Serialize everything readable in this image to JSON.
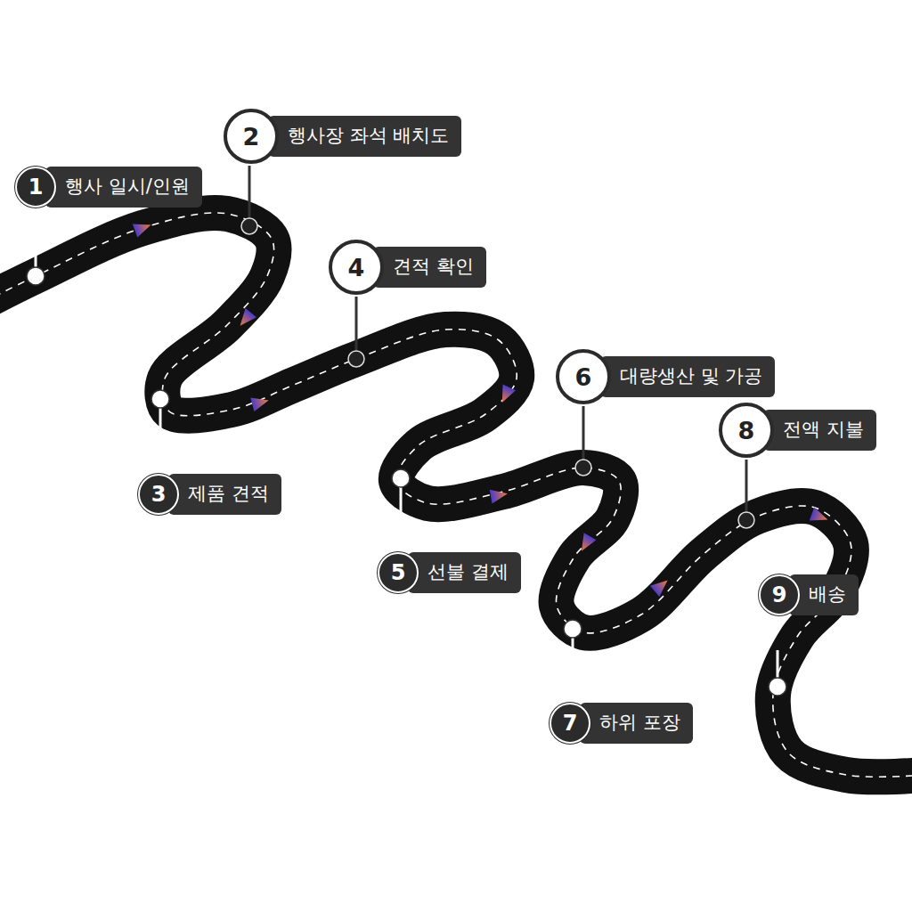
{
  "diagram": {
    "nodes": [
      {
        "text": [
          "1",
          "행사 일시/인원"
        ]
      },
      {
        "text": [
          "2",
          "행사장 좌석 배치도"
        ]
      },
      {
        "text": [
          "3",
          "제품 견적"
        ]
      },
      {
        "text": [
          "4",
          "견적 확인"
        ]
      },
      {
        "text": [
          "5",
          "선불 결제"
        ]
      },
      {
        "text": [
          "6",
          "대량생산 및 가공"
        ]
      },
      {
        "text": [
          "7",
          "하위 포장"
        ]
      },
      {
        "text": [
          "8",
          "전액 지불"
        ]
      },
      {
        "text": [
          "9",
          "배송"
        ]
      }
    ]
  }
}
